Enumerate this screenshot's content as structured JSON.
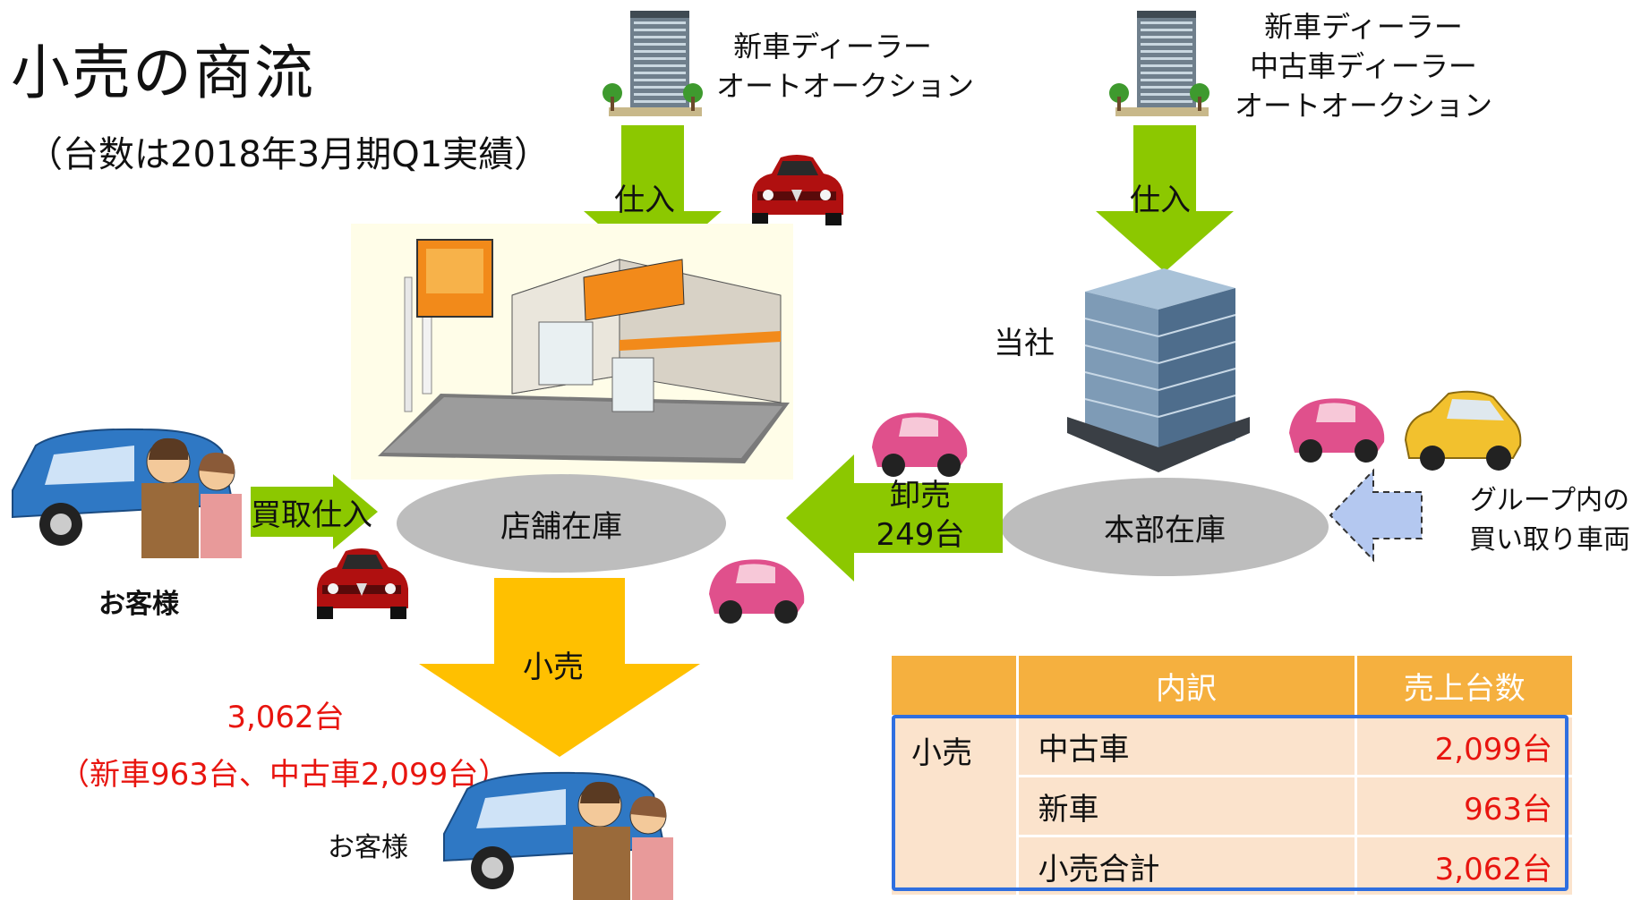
{
  "title": "小売の商流",
  "subtitle": "（台数は2018年3月期Q1実績）",
  "dealer_left": {
    "line1": "新車ディーラー",
    "line2": "オートオークション"
  },
  "dealer_right": {
    "line1": "新車ディーラー",
    "line2": "中古車ディーラー",
    "line3": "オートオークション"
  },
  "arrows": {
    "purchase_left": "仕入",
    "purchase_right": "仕入",
    "buyback": "買取仕入",
    "wholesale_line1": "卸売",
    "wholesale_line2": "249台",
    "retail": "小売"
  },
  "labels": {
    "company": "当社",
    "store_inventory": "店舗在庫",
    "hq_inventory": "本部在庫",
    "group_line1": "グループ内の",
    "group_line2": "買い取り車両",
    "customer_left": "お客様",
    "customer_bottom": "お客様"
  },
  "retail_total": {
    "value": "3,062台",
    "breakdown": "（新車963台、中古車2,099台）"
  },
  "table": {
    "headers": [
      "",
      "内訳",
      "売上台数"
    ],
    "group_label": "小売",
    "rows": [
      {
        "item": "中古車",
        "units": "2,099台"
      },
      {
        "item": "新車",
        "units": "963台"
      },
      {
        "item": "小売合計",
        "units": "3,062台"
      }
    ]
  },
  "colors": {
    "green_arrow": "#8cc800",
    "yellow_arrow": "#ffc000",
    "light_blue_arrow": "#b4c8f0",
    "table_header": "#f5b03f",
    "table_body": "#fbe3cc",
    "table_frame": "#2f6fe0",
    "value_red": "#e8150f",
    "ellipse": "#bdbdbd"
  }
}
